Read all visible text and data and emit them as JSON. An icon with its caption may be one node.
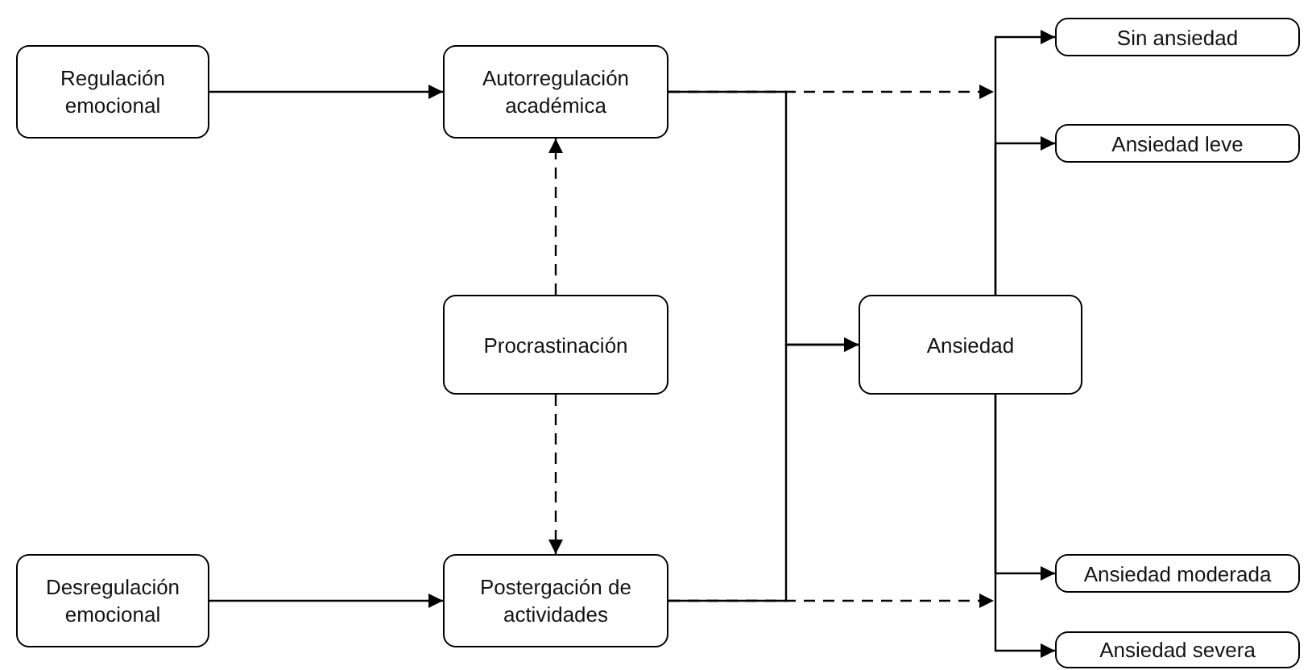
{
  "diagram": {
    "nodes": [
      {
        "text": [
          "Regulación emocional"
        ]
      },
      {
        "text": [
          "Autorregulación académica"
        ]
      },
      {
        "text": [
          "Procrastinación"
        ]
      },
      {
        "text": [
          "Desregulación emocional"
        ]
      },
      {
        "text": [
          "Postergación de actividades"
        ]
      },
      {
        "text": [
          "Ansiedad"
        ]
      },
      {
        "text": [
          "Sin ansiedad"
        ]
      },
      {
        "text": [
          "Ansiedad leve"
        ]
      },
      {
        "text": [
          "Ansiedad moderada"
        ]
      },
      {
        "text": [
          "Ansiedad severa"
        ]
      }
    ],
    "edges": [
      {
        "from": 0,
        "to": 1,
        "arrow": "to"
      },
      {
        "from": 3,
        "to": 4,
        "arrow": "to"
      },
      {
        "from": 2,
        "to": 1,
        "arrow": "to",
        "style": "dashed"
      },
      {
        "from": 2,
        "to": 4,
        "arrow": "to",
        "style": "dashed"
      },
      {
        "from": 1,
        "to": 5,
        "arrow": "to"
      },
      {
        "from": 4,
        "to": 5,
        "arrow": "to"
      },
      {
        "from": 1,
        "to": null,
        "arrow": "to",
        "style": "dashed"
      },
      {
        "from": 4,
        "to": null,
        "arrow": "to",
        "style": "dashed"
      },
      {
        "from": 5,
        "to": 6,
        "arrow": "to"
      },
      {
        "from": 5,
        "to": 7,
        "arrow": "to"
      },
      {
        "from": 5,
        "to": 8,
        "arrow": "to"
      },
      {
        "from": 5,
        "to": 9,
        "arrow": "to"
      }
    ]
  }
}
